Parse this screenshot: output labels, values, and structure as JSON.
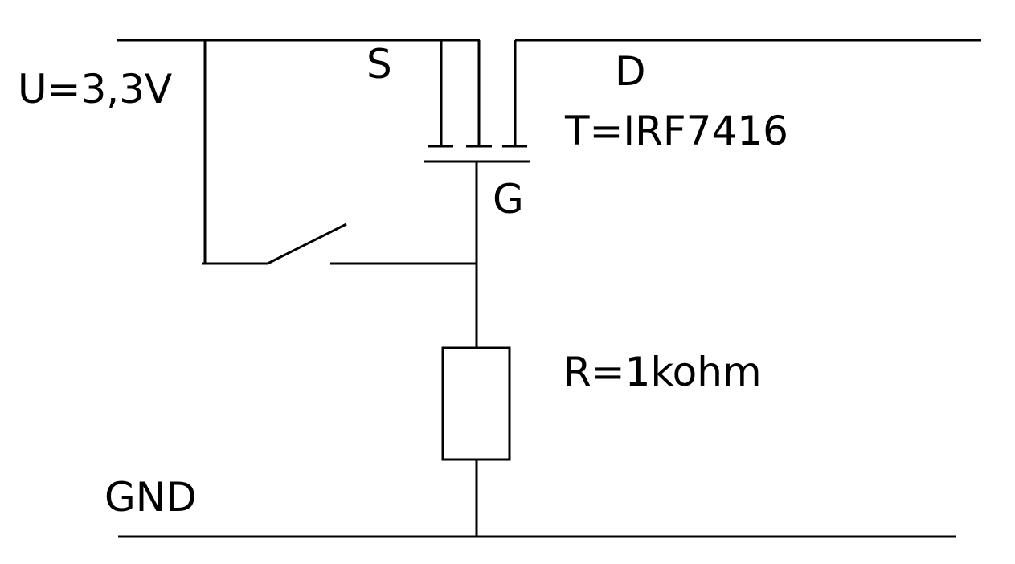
{
  "labels": {
    "supply": "U=3,3V",
    "source": "S",
    "drain": "D",
    "transistor": "T=IRF7416",
    "gate": "G",
    "resistor": "R=1kohm",
    "ground": "GND"
  },
  "colors": {
    "line": "#000000",
    "background": "#ffffff"
  }
}
